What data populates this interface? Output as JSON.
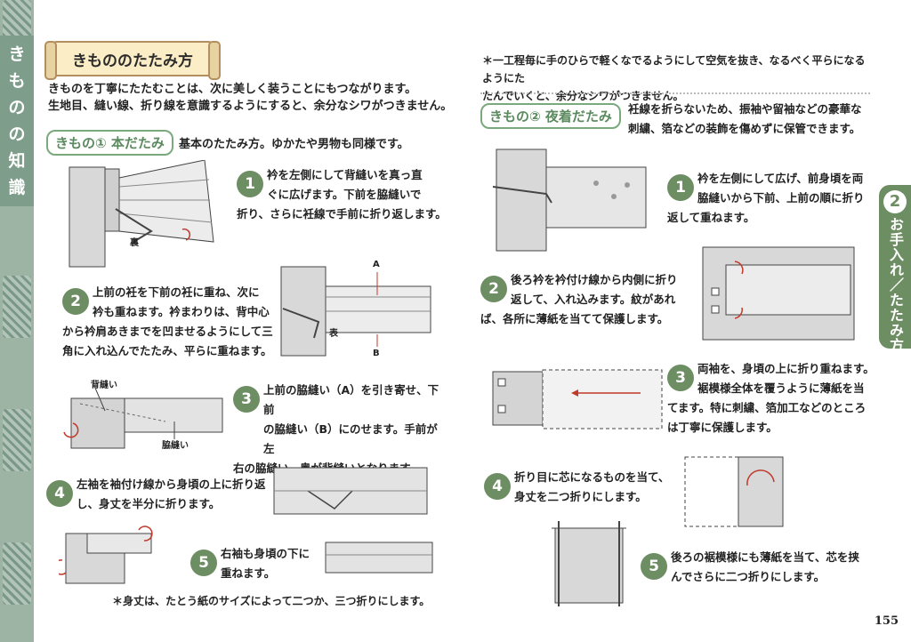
{
  "side_title": [
    "き",
    "も",
    "の",
    "の",
    "知",
    "識"
  ],
  "right_tab": {
    "number": "2",
    "text": "お手入れ／たたみ方編"
  },
  "page_number": "155",
  "heading": "きもののたたみ方",
  "intro": [
    "きものを丁寧にたたむことは、次に美しく装うことにもつながります。",
    "生地目、縫い線、折り線を意識するようにすると、余分なシワがつきません。"
  ],
  "section1": {
    "label": "きもの① 本だたみ",
    "desc": "基本のたたみ方。ゆかたや男物も同様です。",
    "steps": [
      {
        "num": "1",
        "lines": [
          "衿を左側にして背縫いを真っ直",
          "ぐに広げます。下前を脇縫いで",
          "折り、さらに衽線で手前に折り返します。"
        ]
      },
      {
        "num": "2",
        "lines": [
          "上前の衽を下前の衽に重ね、次に",
          "衿も重ねます。衿まわりは、背中心",
          "から衿肩あきまでを凹ませるようにして三",
          "角に入れ込んでたたみ、平らに重ねます。"
        ]
      },
      {
        "num": "3",
        "lines": [
          "上前の脇縫い（A）を引き寄せ、下前",
          "の脇縫い（B）にのせます。手前が左",
          "右の脇縫い、奥が背縫いとなります。"
        ]
      },
      {
        "num": "4",
        "lines": [
          "左袖を袖付け線から身頃の上に折り返",
          "し、身丈を半分に折ります。"
        ]
      },
      {
        "num": "5",
        "lines": [
          "右袖も身頃の下に",
          "重ねます。"
        ]
      }
    ],
    "illus_labels": {
      "ura": "裏",
      "omote": "表",
      "a": "A",
      "b": "B",
      "senui": "背縫い",
      "wakinui": "脇縫い"
    },
    "footnote": "＊身丈は、たとう紙のサイズによって二つか、三つ折りにします。"
  },
  "right_note": [
    "＊一工程毎に手のひらで軽くなでるようにして空気を抜き、なるべく平らになるようにた",
    "たんでいくと、余分なシワがつきません。"
  ],
  "section2": {
    "label": "きもの② 夜着だたみ",
    "desc": [
      "衽線を折らないため、振袖や留袖などの豪華な",
      "刺繍、箔などの装飾を傷めずに保管できます。"
    ],
    "steps": [
      {
        "num": "1",
        "lines": [
          "衿を左側にして広げ、前身頃を両",
          "脇縫いから下前、上前の順に折り",
          "返して重ねます。"
        ]
      },
      {
        "num": "2",
        "lines": [
          "後ろ衿を衿付け線から内側に折り",
          "返して、入れ込みます。紋があれ",
          "ば、各所に薄紙を当てて保護します。"
        ]
      },
      {
        "num": "3",
        "lines": [
          "両袖を、身頃の上に折り重ねます。",
          "裾模様全体を覆うように薄紙を当",
          "てます。特に刺繍、箔加工などのところ",
          "は丁寧に保護します。"
        ]
      },
      {
        "num": "4",
        "lines": [
          "折り目に芯になるものを当て、",
          "身丈を二つ折りにします。"
        ]
      },
      {
        "num": "5",
        "lines": [
          "後ろの裾模様にも薄紙を当て、芯を挟",
          "んでさらに二つ折りにします。"
        ]
      }
    ]
  }
}
